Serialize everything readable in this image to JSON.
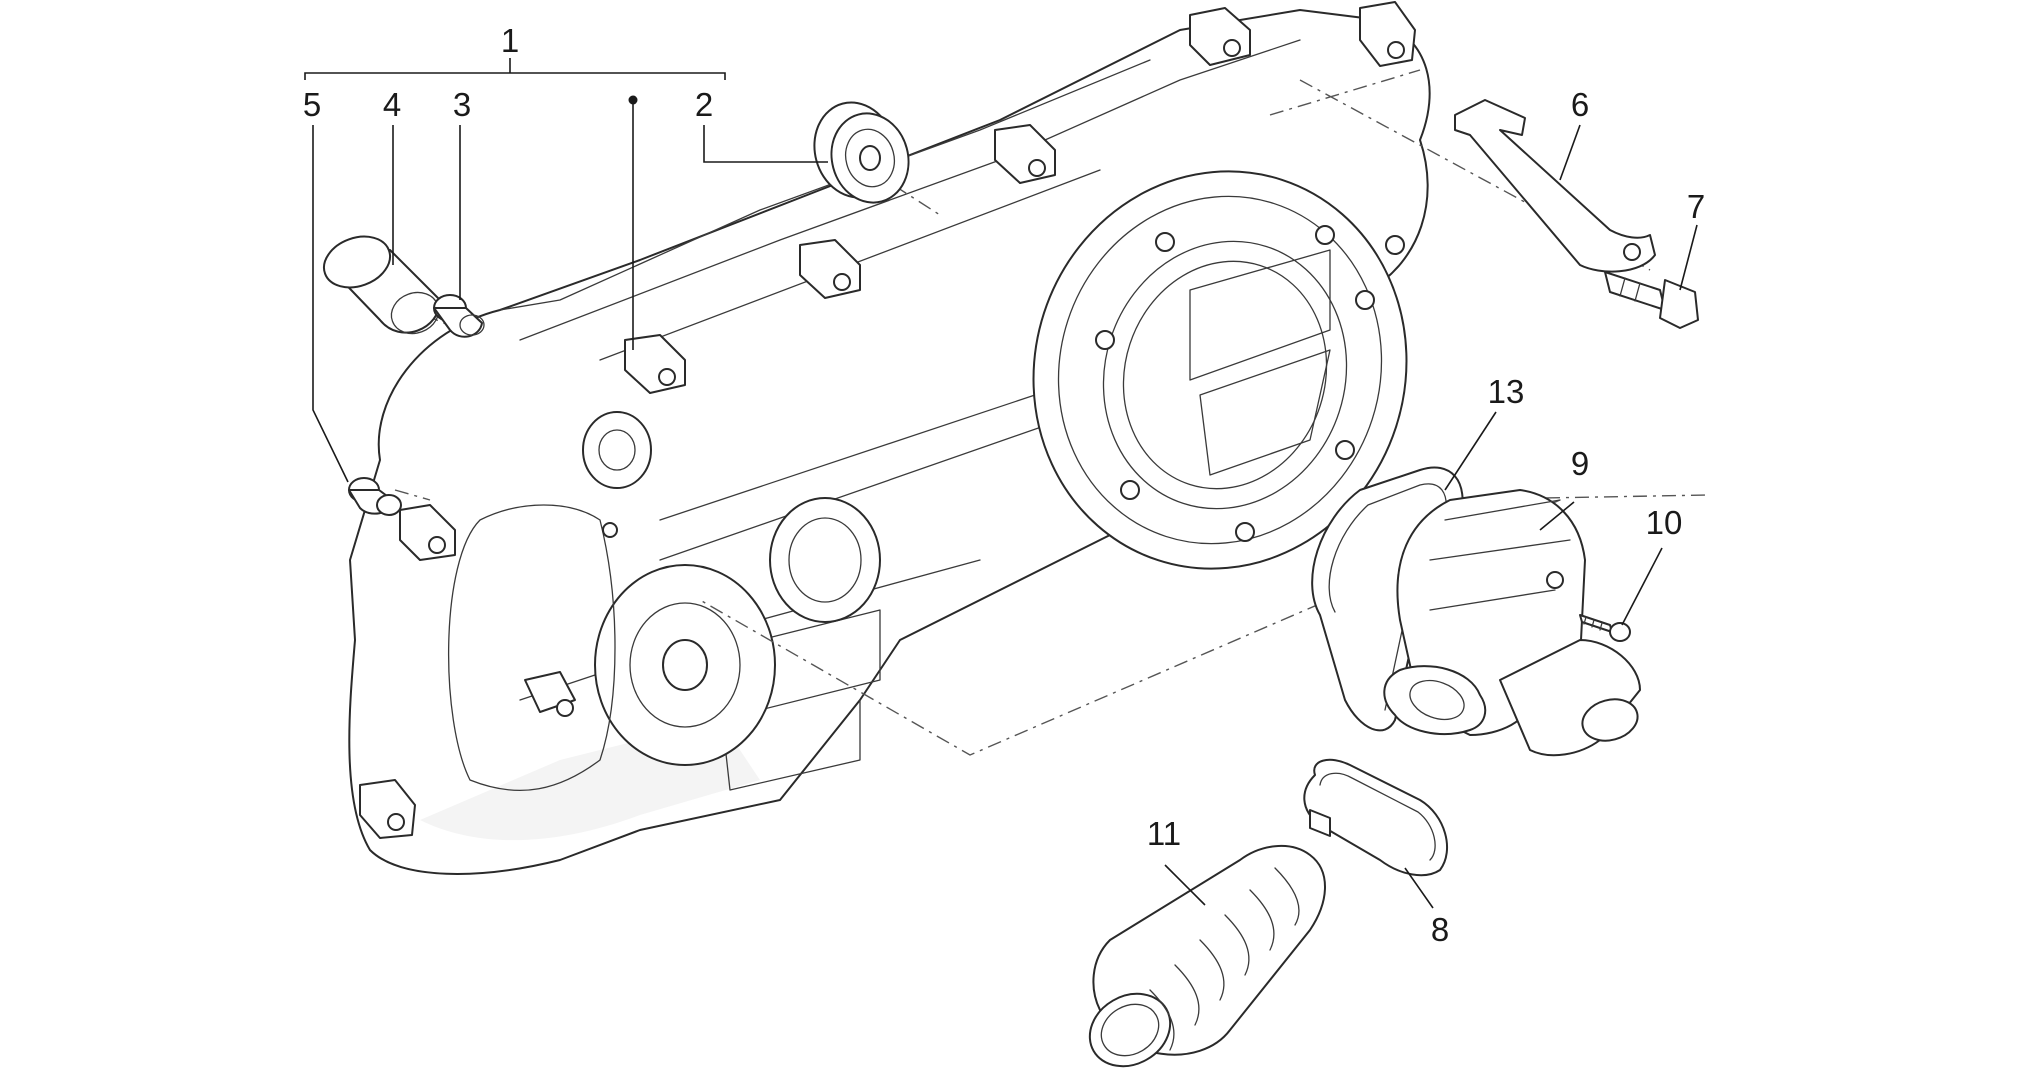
{
  "labels": {
    "p1": "1",
    "p2": "2",
    "p3": "3",
    "p4": "4",
    "p5": "5",
    "p6": "6",
    "p7": "7",
    "p8": "8",
    "p9": "9",
    "p10": "10",
    "p11": "11",
    "p13": "13"
  }
}
